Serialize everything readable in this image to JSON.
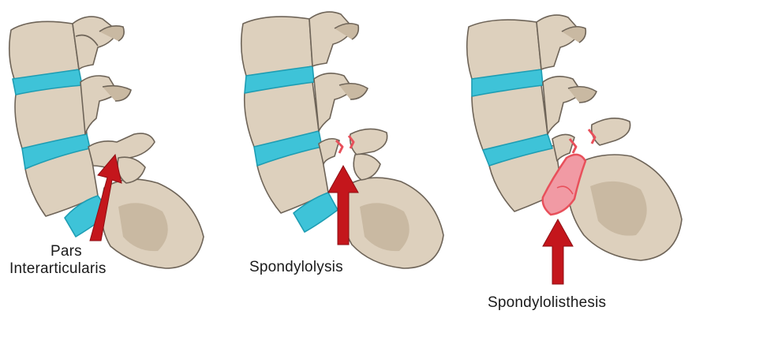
{
  "colors": {
    "bone": "#ddd0bd",
    "bone_shade": "#c9b9a2",
    "bone_outline": "#6e6458",
    "disc": "#3ec3d8",
    "disc_dark": "#1e9db3",
    "arrow": "#c4161c",
    "defect": "#e8505b",
    "defect_fill": "#f19aa4"
  },
  "panels": [
    {
      "name": "pars-interarticularis",
      "label_lines": [
        "Pars",
        "Interarticularis"
      ],
      "arrow_icon": "red-arrow-icon",
      "illustration": "lumbar-spine-normal-icon"
    },
    {
      "name": "spondylolysis",
      "label": "Spondylolysis",
      "arrow_icon": "red-arrow-icon",
      "illustration": "lumbar-spine-fracture-icon"
    },
    {
      "name": "spondylolisthesis",
      "label": "Spondylolisthesis",
      "arrow_icon": "red-arrow-icon",
      "illustration": "lumbar-spine-slip-icon"
    }
  ]
}
